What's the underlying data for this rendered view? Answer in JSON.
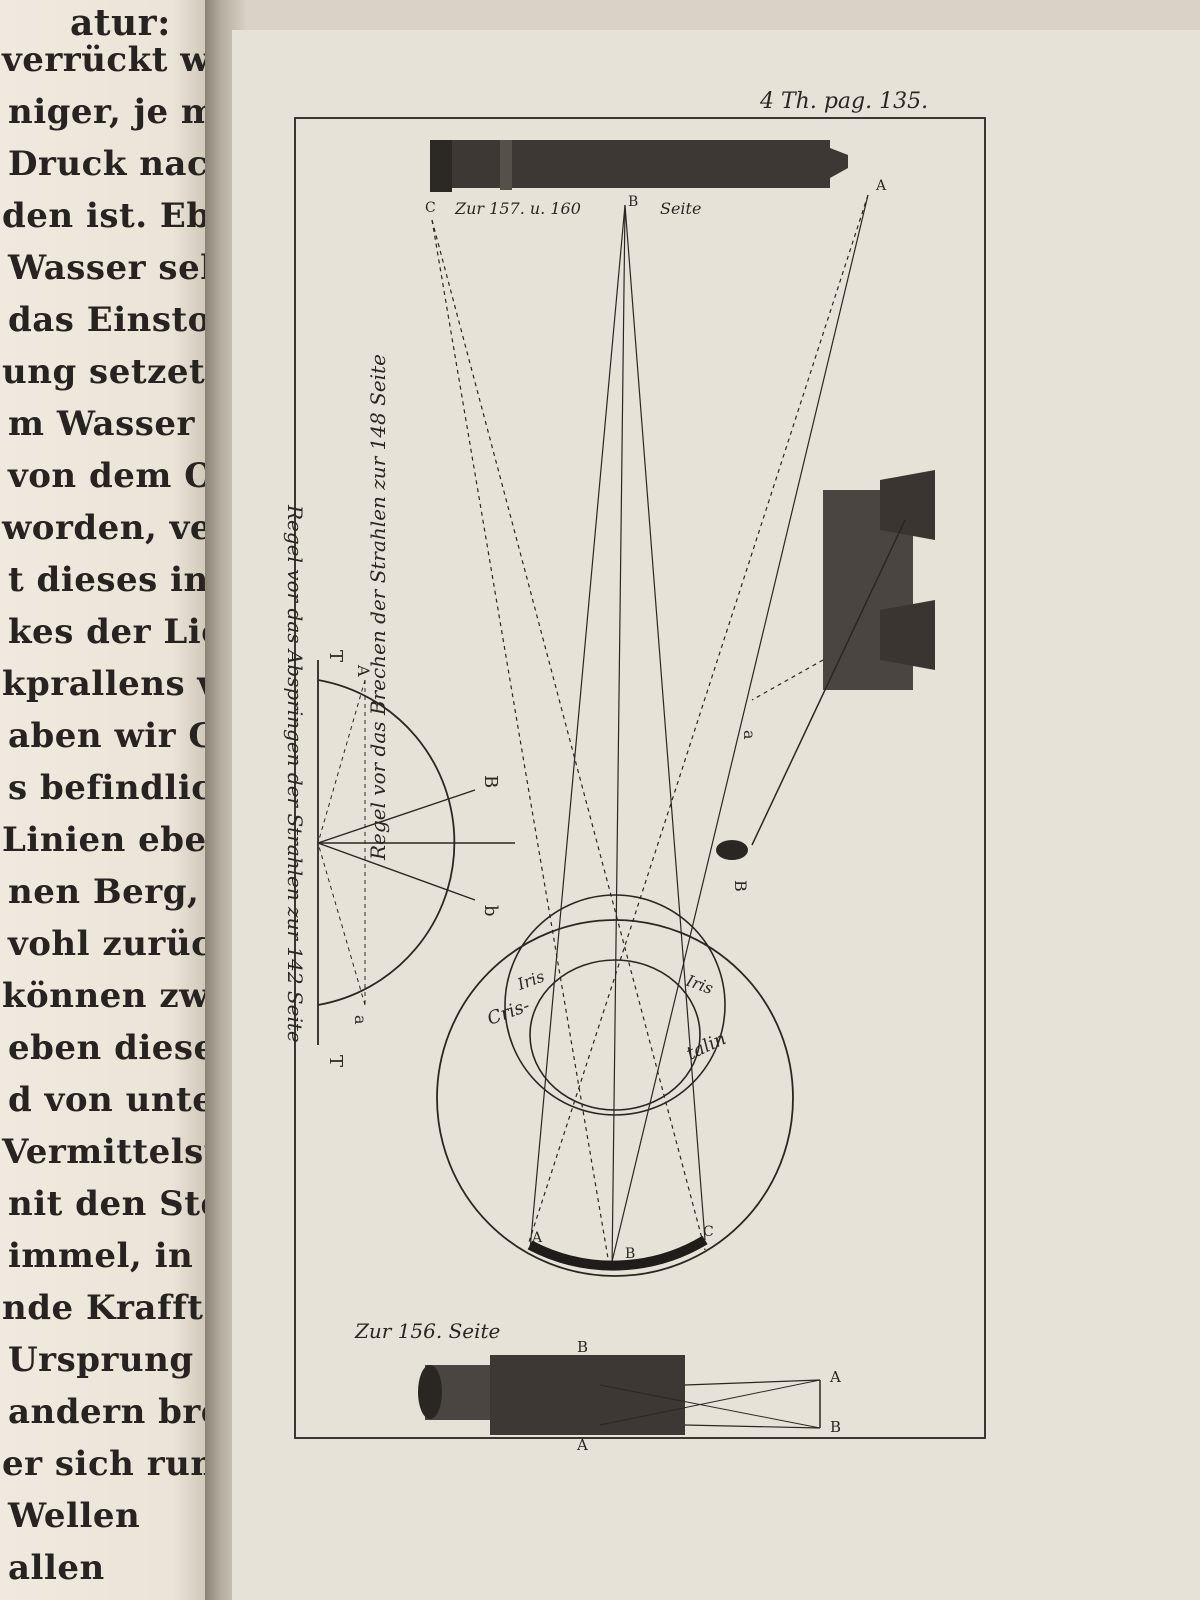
{
  "left_page": {
    "lines": [
      "verrückt wer",
      "niger, je meh",
      "Druck nach",
      "den ist. Eben",
      "Wasser sehen,",
      "das Einstossen",
      "ung setzet.",
      "m Wasser nim",
      "von dem Orte",
      "worden, verl",
      "t dieses in ger",
      "kes der Licht-",
      "kprallens von",
      "aben wir Gem",
      "s befindlichen",
      "Linien eben so",
      "nen Berg, tre",
      "vohl zurücke",
      "können zwöls",
      "eben dieselbe",
      "d von unterso",
      "Vermittelst",
      "nit den Stern",
      "immel, in Be",
      "nde Krafft",
      "Ursprung von",
      "andern bre",
      "er sich rund",
      "Wellen",
      "allen"
    ],
    "header": "atur:"
  },
  "plate": {
    "page_ref": "4 Th. pag. 135.",
    "telescope_caption": "Zur 157. u. 160",
    "telescope_caption_side": "Seite",
    "right_caption": "Regel vor das Brechen der Strahlen zur 148 Seite",
    "left_caption": "Regel vor das Abspringen der Strahlen zur 142 Seite",
    "bottom_caption": "Zur 156. Seite",
    "eye_labels": {
      "iris_left": "Iris",
      "iris_right": "Iris",
      "cris": "Cris-",
      "talin": "talin"
    },
    "letters": {
      "A": "A",
      "B": "B",
      "C": "C",
      "a": "a",
      "b": "b",
      "T": "T"
    }
  },
  "colors": {
    "paper": "#e7e2d8",
    "ink": "#2a2723",
    "shadow": "#8a8274"
  }
}
